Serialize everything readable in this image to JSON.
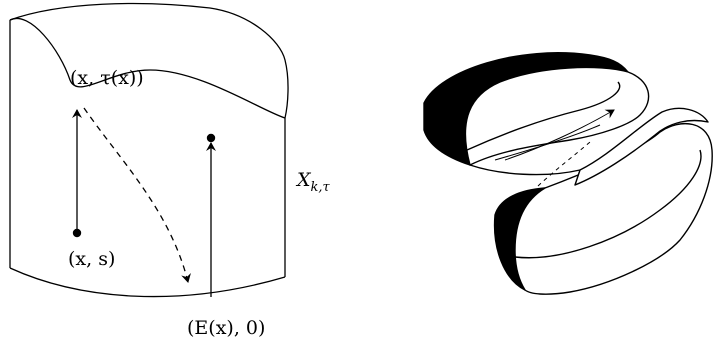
{
  "left_figure": {
    "labels": {
      "point_top": "(x, τ(x))",
      "point_bottom": "(x, s)",
      "point_base": "(E(x), 0)",
      "space_name": "X",
      "space_subscript": "k,τ"
    }
  },
  "colors": {
    "ink": "#000000",
    "background": "#ffffff"
  }
}
